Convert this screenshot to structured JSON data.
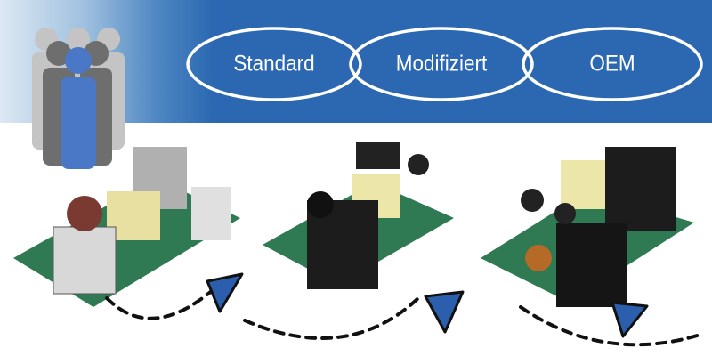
{
  "banner": {
    "options": [
      {
        "label": "Standard"
      },
      {
        "label": "Modifiziert"
      },
      {
        "label": "OEM"
      }
    ],
    "background_color": "#2b68b1"
  },
  "icons": [
    "people-group-icon",
    "arrow-triangle-icon"
  ],
  "products": [
    "power-supply-board-standard",
    "power-supply-board-modified",
    "power-supply-board-oem"
  ]
}
